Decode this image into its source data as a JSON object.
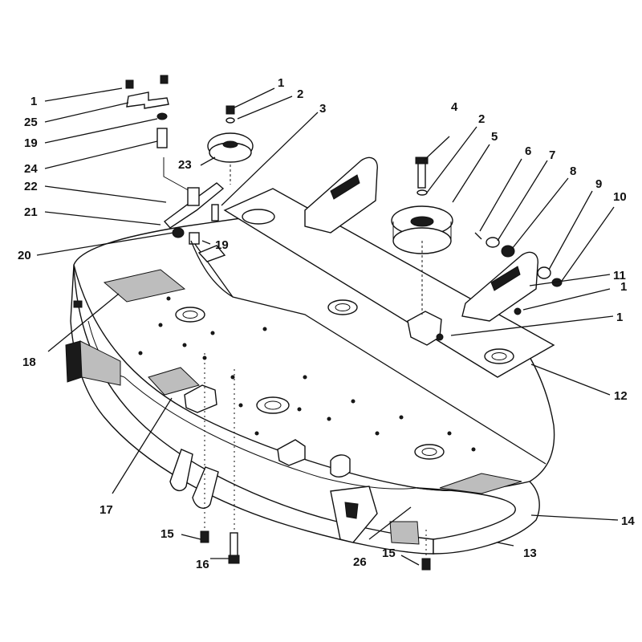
{
  "callouts": [
    {
      "id": "c1a",
      "text": "1"
    },
    {
      "id": "c25",
      "text": "25"
    },
    {
      "id": "c19a",
      "text": "19"
    },
    {
      "id": "c24",
      "text": "24"
    },
    {
      "id": "c22",
      "text": "22"
    },
    {
      "id": "c21",
      "text": "21"
    },
    {
      "id": "c20",
      "text": "20"
    },
    {
      "id": "c18",
      "text": "18"
    },
    {
      "id": "c17",
      "text": "17"
    },
    {
      "id": "c15a",
      "text": "15"
    },
    {
      "id": "c16",
      "text": "16"
    },
    {
      "id": "c26",
      "text": "26"
    },
    {
      "id": "c15b",
      "text": "15"
    },
    {
      "id": "c13",
      "text": "13"
    },
    {
      "id": "c14",
      "text": "14"
    },
    {
      "id": "c12",
      "text": "12"
    },
    {
      "id": "c1b",
      "text": "1"
    },
    {
      "id": "c1c",
      "text": "1"
    },
    {
      "id": "c11",
      "text": "11"
    },
    {
      "id": "c10",
      "text": "10"
    },
    {
      "id": "c9",
      "text": "9"
    },
    {
      "id": "c8",
      "text": "8"
    },
    {
      "id": "c7",
      "text": "7"
    },
    {
      "id": "c6",
      "text": "6"
    },
    {
      "id": "c5",
      "text": "5"
    },
    {
      "id": "c2a",
      "text": "2"
    },
    {
      "id": "c4",
      "text": "4"
    },
    {
      "id": "c3",
      "text": "3"
    },
    {
      "id": "c2b",
      "text": "2"
    },
    {
      "id": "c1d",
      "text": "1"
    },
    {
      "id": "c23",
      "text": "23"
    },
    {
      "id": "c19b",
      "text": "19"
    }
  ]
}
